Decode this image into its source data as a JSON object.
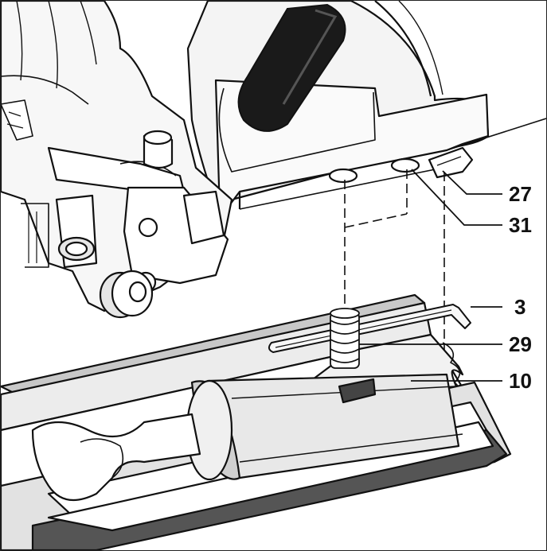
{
  "figure": {
    "callouts": [
      {
        "id": "c27",
        "text": "27"
      },
      {
        "id": "c31",
        "text": "31"
      },
      {
        "id": "c3",
        "text": "3"
      },
      {
        "id": "c29",
        "text": "29"
      },
      {
        "id": "c10",
        "text": "10"
      }
    ]
  },
  "colors": {
    "ink": "#111111",
    "shade_light": "#e6e6e6",
    "shade_mid": "#c8c8c8",
    "shade_dark": "#555555",
    "handle": "#1a1a1a"
  }
}
